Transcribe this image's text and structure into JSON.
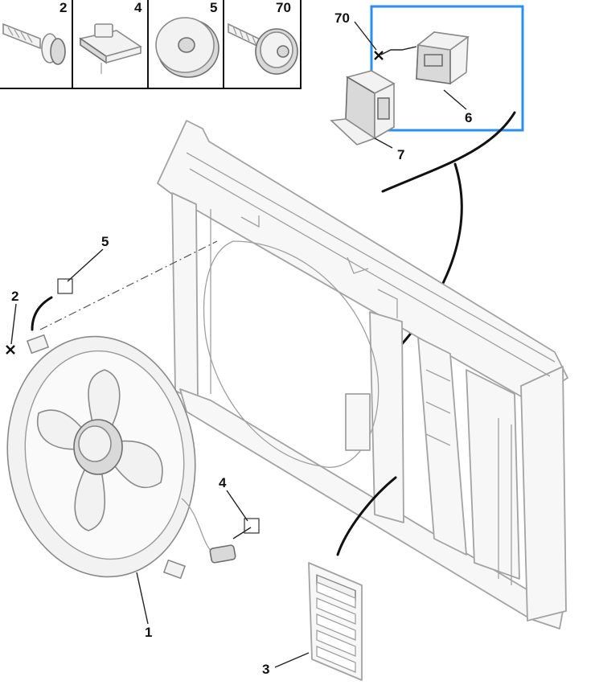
{
  "callouts": {
    "c1": "1",
    "c2": "2",
    "c3": "3",
    "c4": "4",
    "c5": "5",
    "c6": "6",
    "c7": "7",
    "c70": "70"
  },
  "top_strip": {
    "cells": [
      {
        "label": "2"
      },
      {
        "label": "4"
      },
      {
        "label": "5"
      },
      {
        "label": "70"
      }
    ]
  },
  "colors": {
    "highlight_box": "#2b8ff0",
    "line_art": "#8a8a8a",
    "text": "#111111"
  },
  "icons": [
    "bolt-icon",
    "clip-icon",
    "washer-icon",
    "screw-icon",
    "star-fastener-icon"
  ]
}
